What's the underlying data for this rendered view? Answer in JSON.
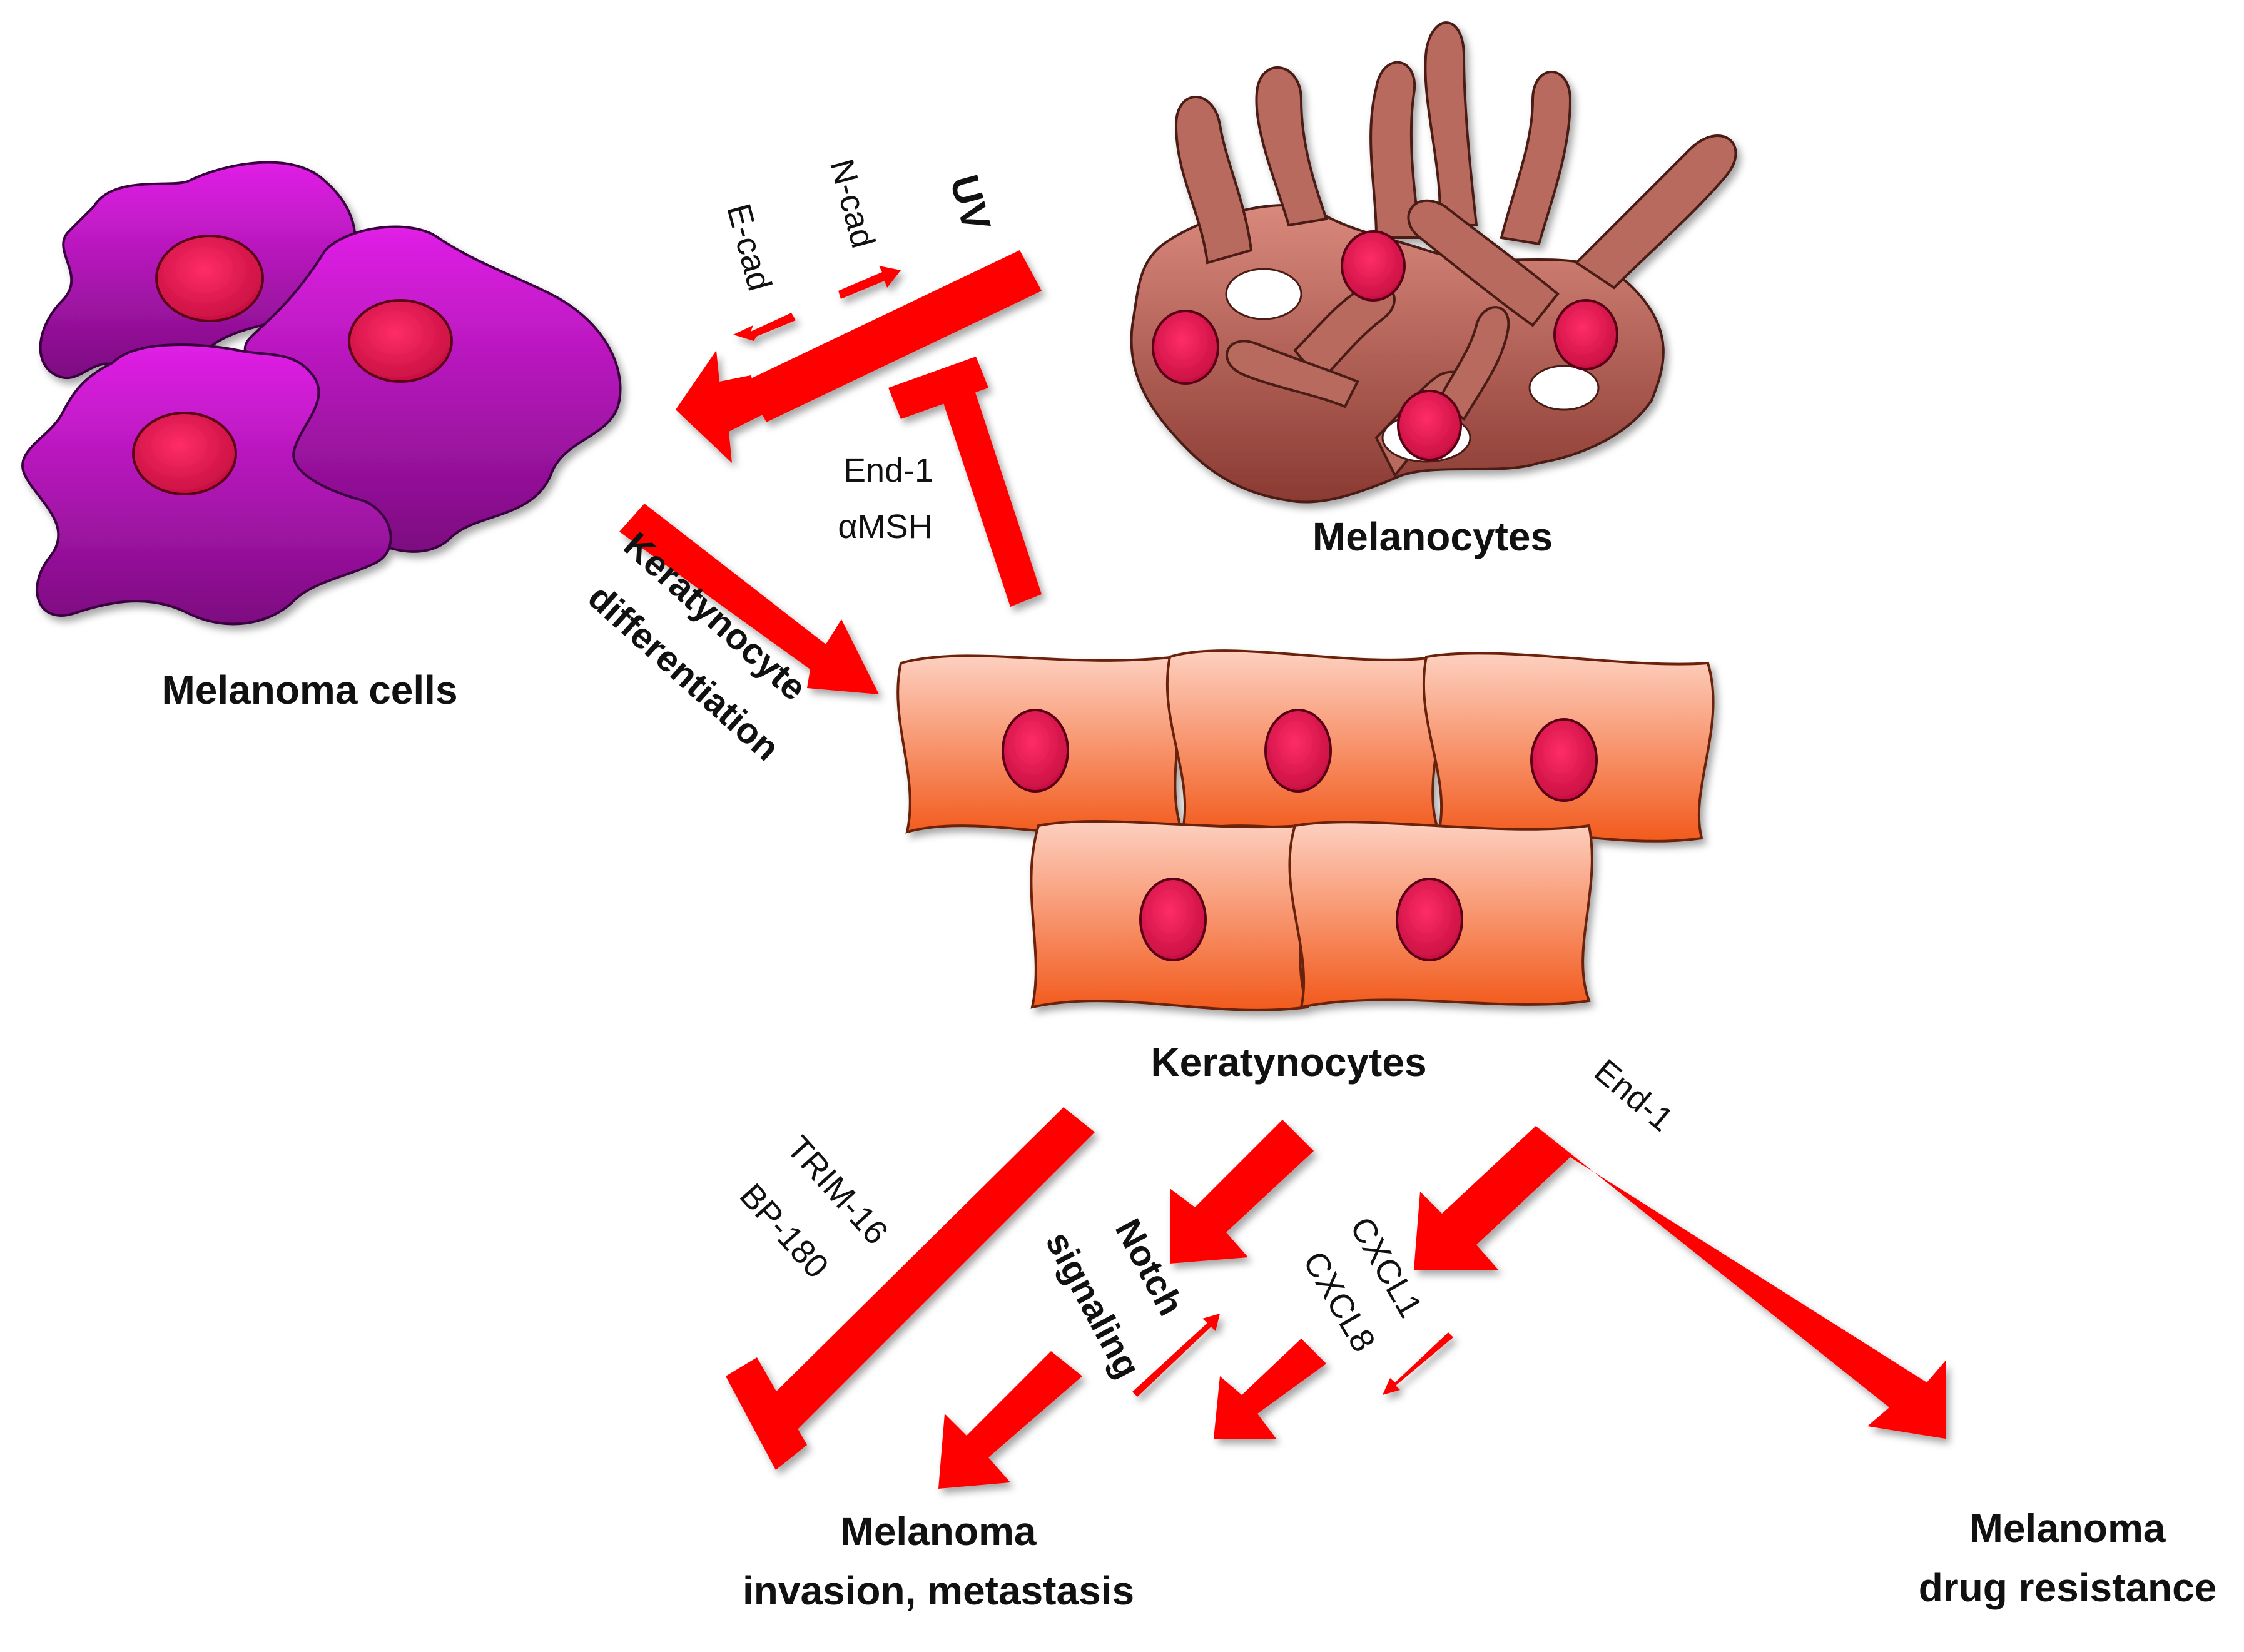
{
  "cells": {
    "melanoma_cells": "Melanoma cells",
    "melanocytes": "Melanocytes",
    "keratinocytes": "Keratynocytes"
  },
  "signals": {
    "uv": "UV",
    "n_cad": "N-cad",
    "e_cad": "E-cad",
    "end1_top": "End-1",
    "amsh": "αMSH",
    "keratinocyte_differentiation_1": "Keratynocyte",
    "keratinocyte_differentiation_2": "differentiation",
    "trim16": "TRIM-16",
    "bp180": "BP-180",
    "notch_1": "Notch",
    "notch_2": "signaling",
    "cxcl1": "CXCL1",
    "cxcl8": "CXCL8",
    "end1_bottom": "End-1"
  },
  "outcomes": {
    "invasion_1": "Melanoma",
    "invasion_2": "invasion, metastasis",
    "resistance_1": "Melanoma",
    "resistance_2": "drug resistance"
  },
  "colors": {
    "arrow": "#ff0000",
    "melanoma_cell": "#a018a8",
    "melanocyte": "#a9564a",
    "keratinocyte": "#f66a3a",
    "nucleus": "#e8154f"
  }
}
